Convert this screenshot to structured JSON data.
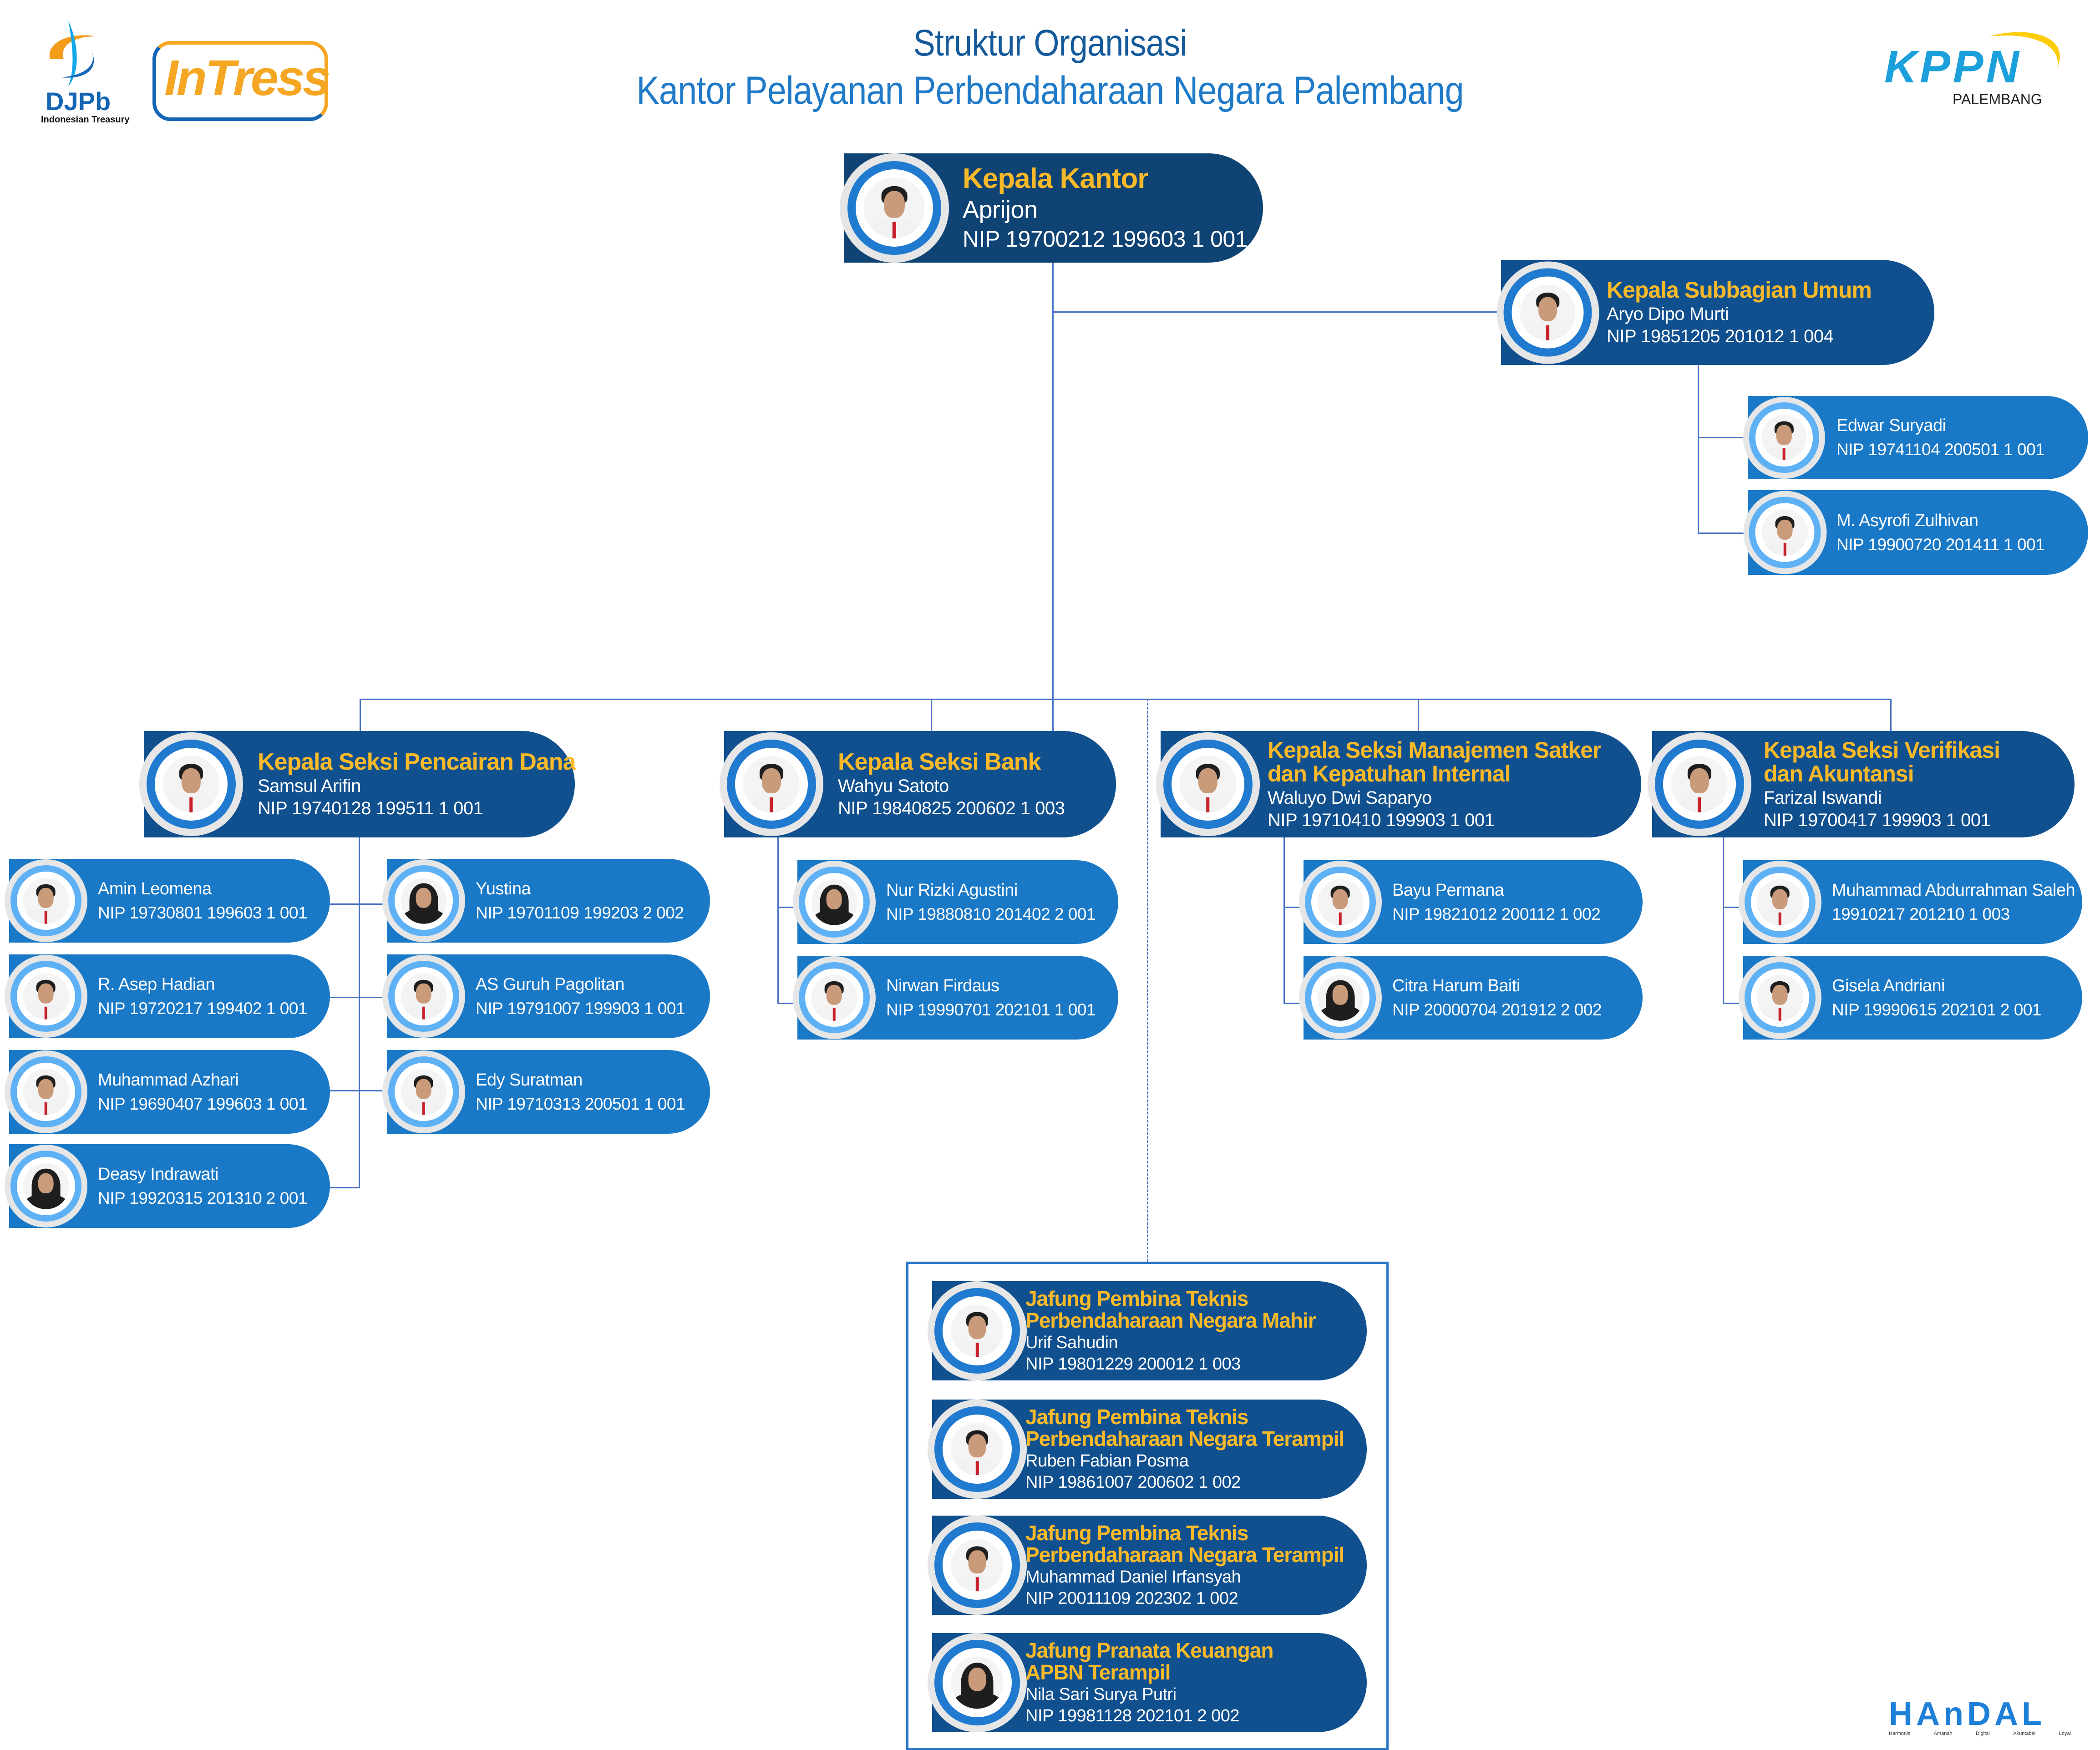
{
  "header": {
    "title": "Struktur Organisasi",
    "subtitle": "Kantor Pelayanan Perbendaharaan Negara Palembang"
  },
  "logos": {
    "djpb": {
      "name": "DJPb",
      "tagline": "Indonesian Treasury"
    },
    "intress": {
      "name": "InTress"
    },
    "kppn": {
      "name": "KPPN",
      "city": "PALEMBANG"
    },
    "handal": {
      "name": "HAnDAL",
      "words": [
        "Harmonis",
        "Amanah",
        "Digital",
        "Akuntabel",
        "Loyal"
      ]
    }
  },
  "colors": {
    "dark_pill": "#11508f",
    "head_pill": "#0f4373",
    "staff_pill": "#1a79c7",
    "role_text": "#f9b928",
    "connector": "#4a72c4",
    "title": "#14599a",
    "subtitle": "#1f7ac8"
  },
  "head": {
    "role": "Kepala Kantor",
    "name": "Aprijon",
    "nip": "NIP 19700212 199603 1 001"
  },
  "subbag_umum": {
    "role": "Kepala Subbagian Umum",
    "name": "Aryo Dipo Murti",
    "nip": "NIP 19851205 201012 1 004",
    "staff": [
      {
        "name": "Edwar Suryadi",
        "nip": "NIP 19741104 200501 1 001"
      },
      {
        "name": "M. Asyrofi Zulhivan",
        "nip": "NIP 19900720 201411 1 001"
      }
    ]
  },
  "sections": [
    {
      "role": "Kepala Seksi Pencairan Dana",
      "name": "Samsul Arifin",
      "nip": "NIP 19740128 199511 1 001",
      "staff": [
        {
          "name": "Amin Leomena",
          "nip": "NIP 19730801 199603 1 001"
        },
        {
          "name": "Yustina",
          "nip": "NIP 19701109 199203 2 002"
        },
        {
          "name": "R. Asep Hadian",
          "nip": "NIP 19720217 199402 1 001"
        },
        {
          "name": "AS Guruh Pagolitan",
          "nip": "NIP 19791007 199903 1 001"
        },
        {
          "name": "Muhammad Azhari",
          "nip": "NIP 19690407 199603 1 001"
        },
        {
          "name": "Edy Suratman",
          "nip": "NIP 19710313 200501 1 001"
        },
        {
          "name": "Deasy Indrawati",
          "nip": "NIP 19920315 201310 2 001"
        }
      ]
    },
    {
      "role": "Kepala Seksi Bank",
      "name": "Wahyu Satoto",
      "nip": "NIP 19840825 200602 1 003",
      "staff": [
        {
          "name": "Nur Rizki Agustini",
          "nip": "NIP 19880810 201402 2 001"
        },
        {
          "name": "Nirwan Firdaus",
          "nip": "NIP 19990701 202101 1 001"
        }
      ]
    },
    {
      "role_line1": "Kepala Seksi Manajemen Satker",
      "role_line2": "dan Kepatuhan Internal",
      "name": "Waluyo Dwi Saparyo",
      "nip": "NIP 19710410 199903 1 001",
      "staff": [
        {
          "name": "Bayu Permana",
          "nip": "NIP 19821012 200112 1 002"
        },
        {
          "name": "Citra Harum Baiti",
          "nip": "NIP 20000704 201912 2 002"
        }
      ]
    },
    {
      "role_line1": "Kepala Seksi Verifikasi",
      "role_line2": "dan Akuntansi",
      "name": "Farizal Iswandi",
      "nip": "NIP 19700417 199903 1 001",
      "staff": [
        {
          "name": "Muhammad Abdurrahman Saleh",
          "nip": "19910217 201210 1 003"
        },
        {
          "name": "Gisela Andriani",
          "nip": "NIP 19990615 202101 2 001"
        }
      ]
    }
  ],
  "jafung": [
    {
      "role_line1": "Jafung Pembina Teknis",
      "role_line2": "Perbendaharaan Negara Mahir",
      "name": "Urif Sahudin",
      "nip": "NIP 19801229 200012 1 003"
    },
    {
      "role_line1": "Jafung Pembina Teknis",
      "role_line2": "Perbendaharaan Negara Terampil",
      "name": "Ruben Fabian Posma",
      "nip": "NIP 19861007 200602 1 002"
    },
    {
      "role_line1": "Jafung Pembina Teknis",
      "role_line2": "Perbendaharaan Negara Terampil",
      "name": "Muhammad Daniel Irfansyah",
      "nip": "NIP 20011109 202302 1 002"
    },
    {
      "role_line1": "Jafung Pranata Keuangan",
      "role_line2": "APBN Terampil",
      "name": "Nila Sari Surya Putri",
      "nip": "NIP 19981128 202101 2 002"
    }
  ]
}
